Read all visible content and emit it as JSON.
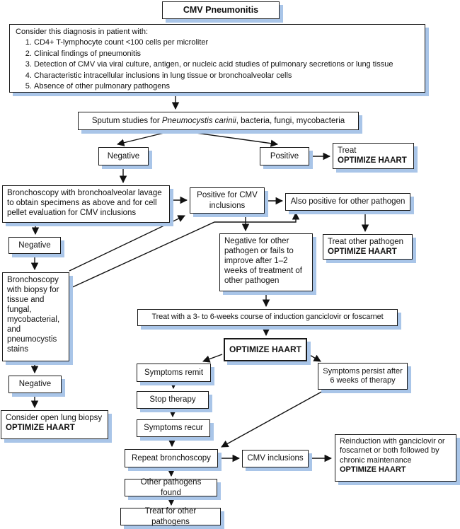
{
  "title": "CMV Pneumonitis",
  "nodes": {
    "criteria": {
      "intro": "Consider this diagnosis in patient with:",
      "items": [
        "CD4+ T-lymphocyte count <100 cells per microliter",
        "Clinical findings of pneumonitis",
        "Detection of CMV via viral culture, antigen, or nucleic acid studies of pulmonary secretions or lung tissue",
        "Characteristic intracellular inclusions in lung tissue or bronchoalveolar cells",
        "Absence of other pulmonary pathogens"
      ]
    },
    "sputum": {
      "prefix": "Sputum studies for ",
      "species": "Pneumocystis carinii",
      "suffix": ", bacteria, fungi, mycobacteria"
    },
    "negative1": "Negative",
    "positive": "Positive",
    "treat_haart": {
      "line1": "Treat",
      "line2": "OPTIMIZE HAART"
    },
    "bronch_lavage": "Bronchoscopy with bronchoalveolar lavage to obtain specimens as above and for cell pellet evaluation for CMV inclusions",
    "pos_cmv": "Positive for CMV inclusions",
    "also_positive": "Also positive for other pathogen",
    "negative2": "Negative",
    "neg_other": "Negative for other pathogen or fails to improve after 1–2 weeks of treatment of other pathogen",
    "treat_other": {
      "line1": "Treat other pathogen",
      "line2": "OPTIMIZE HAART"
    },
    "bronch_biopsy": "Bronchoscopy with biopsy for tissue and fungal, mycobacterial, and pneumocystis stains",
    "treat36": "Treat with a 3- to 6-weeks course of induction ganciclovir or foscarnet",
    "optimize": "OPTIMIZE HAART",
    "symptoms_remit": "Symptoms remit",
    "symptoms_persist": "Symptoms persist after 6 weeks of therapy",
    "negative3": "Negative",
    "stop_therapy": "Stop therapy",
    "consider_open": {
      "line1": "Consider open lung biopsy",
      "line2": "OPTIMIZE HAART"
    },
    "symptoms_recur": "Symptoms recur",
    "repeat_bronch": "Repeat bronchoscopy",
    "cmv_inclusions": "CMV inclusions",
    "reinduction": {
      "line1": "Reinduction with ganciclovir or foscarnet or both followed by chronic maintenance",
      "line2": "OPTIMIZE HAART"
    },
    "other_found": "Other pathogens found",
    "treat_for_other": "Treat for other pathogens"
  },
  "colors": {
    "background": "#ffffff",
    "box_fill": "#ffffff",
    "border": "#1a1a1a",
    "shadow": "#a9c5e8",
    "text": "#111111",
    "arrow": "#111111"
  }
}
